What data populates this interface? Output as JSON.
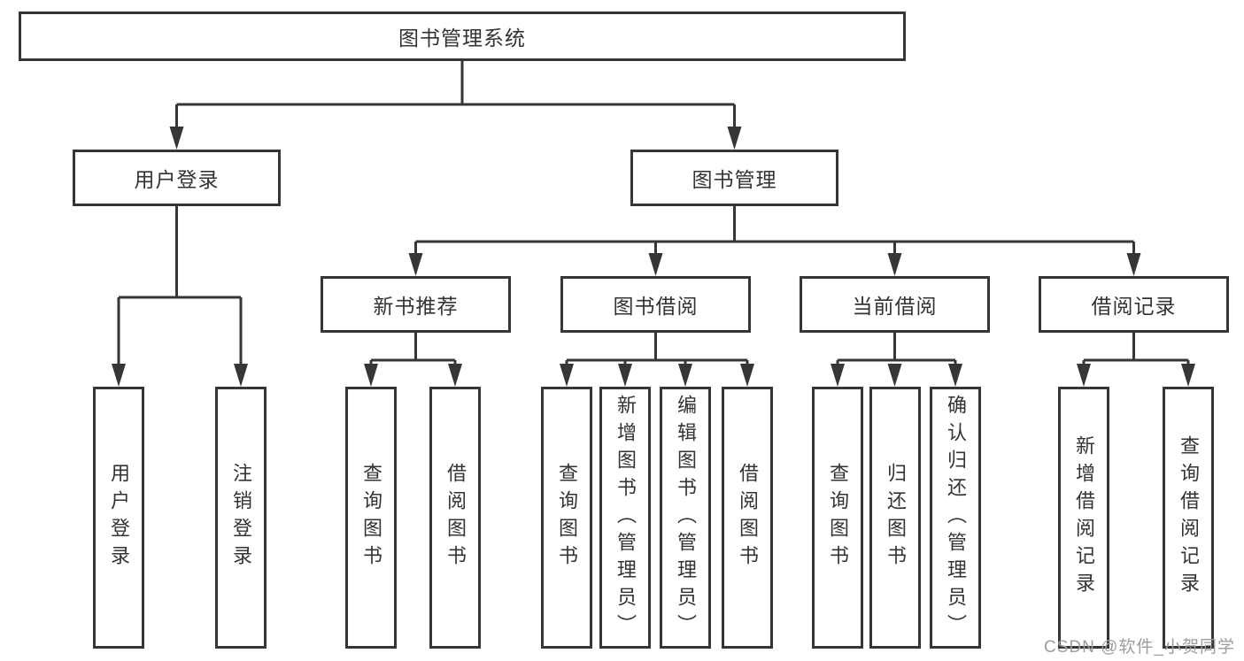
{
  "diagram_title": "图书管理系统",
  "tree": {
    "label": "图书管理系统",
    "children": [
      {
        "label": "用户登录",
        "children": [
          {
            "label": "用户登录"
          },
          {
            "label": "注销登录"
          }
        ]
      },
      {
        "label": "图书管理",
        "children": [
          {
            "label": "新书推荐",
            "children": [
              {
                "label": "查询图书"
              },
              {
                "label": "借阅图书"
              }
            ]
          },
          {
            "label": "图书借阅",
            "children": [
              {
                "label": "查询图书"
              },
              {
                "label": "新增图书（管理员）"
              },
              {
                "label": "编辑图书（管理员）"
              },
              {
                "label": "借阅图书"
              }
            ]
          },
          {
            "label": "当前借阅",
            "children": [
              {
                "label": "查询图书"
              },
              {
                "label": "归还图书"
              },
              {
                "label": "确认归还（管理员）"
              }
            ]
          },
          {
            "label": "借阅记录",
            "children": [
              {
                "label": "新增借阅记录"
              },
              {
                "label": "查询借阅记录"
              }
            ]
          }
        ]
      }
    ]
  },
  "watermark": {
    "text": "CSDN @软件_小贺同学"
  },
  "colors": {
    "line": "#363636",
    "text": "#333333",
    "background": "#ffffff",
    "watermark": "#9d9d9d"
  }
}
